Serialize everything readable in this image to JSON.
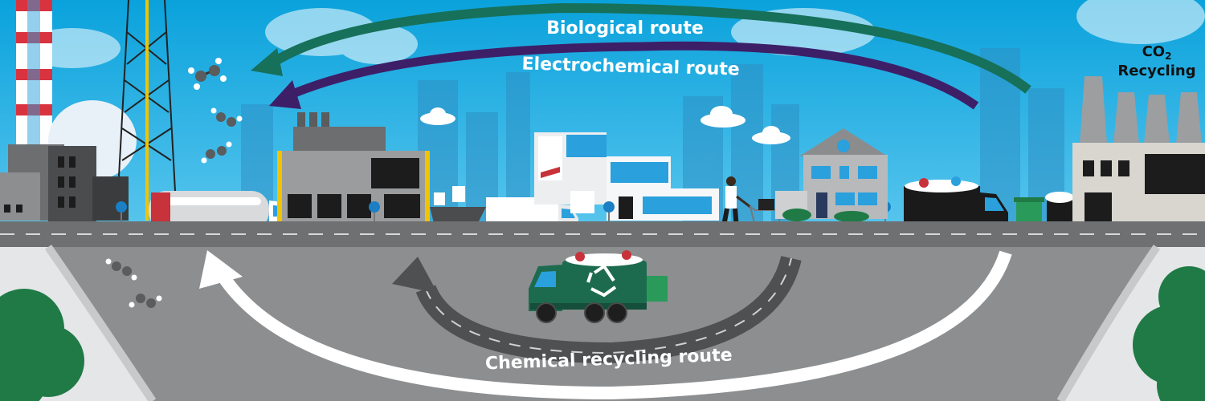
{
  "routes": {
    "biological": "Biological route",
    "electrochemical": "Electrochemical route",
    "chemical": "Chemical recycling route"
  },
  "co2": {
    "prefix": "CO",
    "subscript": "2",
    "line2": "Recycling"
  },
  "colors": {
    "sky": "#0fa9df",
    "biological_arrow": "#17705a",
    "electrochemical_arrow": "#3d1f68",
    "road": "#8a8c8e",
    "road_dark": "#5e6062",
    "tree": "#1f7a45",
    "recycling_truck": "#1d6b4f"
  },
  "icons": [
    "molecule-icon",
    "recycling-icon",
    "road-sign-icon",
    "cloud-icon",
    "truck-icon",
    "factory-icon",
    "house-icon",
    "shopping-cart-icon",
    "trash-bin-icon"
  ]
}
